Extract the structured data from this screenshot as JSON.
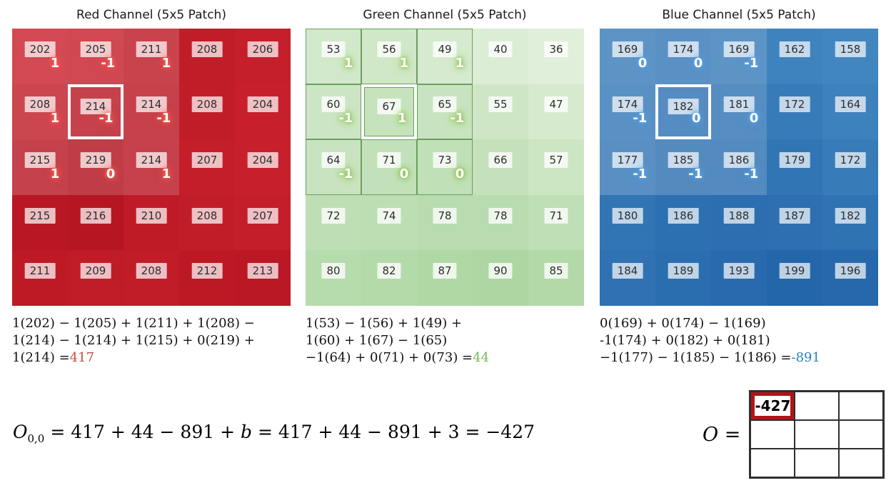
{
  "channels": [
    {
      "id": "red",
      "title": "Red Channel (5x5 Patch)",
      "values": [
        [
          202,
          205,
          211,
          208,
          206
        ],
        [
          208,
          214,
          214,
          208,
          204
        ],
        [
          215,
          219,
          214,
          207,
          204
        ],
        [
          215,
          216,
          210,
          208,
          207
        ],
        [
          211,
          209,
          208,
          212,
          213
        ]
      ],
      "kernel": [
        [
          "1",
          "-1",
          "1"
        ],
        [
          "1",
          "-1",
          "-1"
        ],
        [
          "1",
          "0",
          "1"
        ]
      ],
      "value_range": [
        200,
        220
      ],
      "color_low": "#cc2430",
      "color_high": "#b1121e",
      "overlay_alpha": 0.18,
      "kernel_border": "",
      "glow": "#ff5a4d",
      "label_alpha": 0.72,
      "formula_lines": [
        "1(202) − 1(205) + 1(211) + 1(208) −",
        "1(214) − 1(214) + 1(215) + 0(219) +",
        "1(214) ="
      ],
      "result": "417",
      "result_color": "#c84a42"
    },
    {
      "id": "green",
      "title": "Green Channel (5x5 Patch)",
      "values": [
        [
          53,
          56,
          49,
          40,
          36
        ],
        [
          60,
          67,
          65,
          55,
          47
        ],
        [
          64,
          71,
          73,
          66,
          57
        ],
        [
          72,
          74,
          78,
          78,
          71
        ],
        [
          80,
          82,
          87,
          90,
          85
        ]
      ],
      "kernel": [
        [
          "1",
          "1",
          "1"
        ],
        [
          "-1",
          "1",
          "-1"
        ],
        [
          "-1",
          "0",
          "0"
        ]
      ],
      "value_range": [
        30,
        95
      ],
      "color_low": "#e6f2e0",
      "color_high": "#a8d49d",
      "overlay_alpha": 0.05,
      "kernel_border": "#6b9e60",
      "glow": "#8bc34a",
      "label_alpha": 0.78,
      "formula_lines": [
        "1(53) − 1(56) + 1(49) +",
        "1(60) + 1(67) − 1(65)",
        "−1(64) + 0(71) + 0(73) ="
      ],
      "result": "44",
      "result_color": "#7cb356"
    },
    {
      "id": "blue",
      "title": "Blue Channel (5x5 Patch)",
      "values": [
        [
          169,
          174,
          169,
          162,
          158
        ],
        [
          174,
          182,
          181,
          172,
          164
        ],
        [
          177,
          185,
          186,
          179,
          172
        ],
        [
          180,
          186,
          188,
          187,
          182
        ],
        [
          184,
          189,
          193,
          199,
          196
        ]
      ],
      "kernel": [
        [
          "0",
          "0",
          "-1"
        ],
        [
          "-1",
          "0",
          "0"
        ],
        [
          "-1",
          "-1",
          "-1"
        ]
      ],
      "value_range": [
        155,
        200
      ],
      "color_low": "#4488c2",
      "color_high": "#2365a9",
      "overlay_alpha": 0.18,
      "kernel_border": "",
      "glow": "#5aa2e8",
      "label_alpha": 0.7,
      "formula_lines": [
        "0(169) + 0(174) − 1(169)",
        "-1(174) + 0(182) + 0(181)",
        "−1(177) − 1(185) − 1(186) ="
      ],
      "result": "-891",
      "result_color": "#2980c0"
    }
  ],
  "output": {
    "equation": {
      "symbol": "O",
      "subscript": "0,0",
      "mid": "= 417 + 44 − 891 +",
      "bias_var": "b",
      "end": "= 417 + 44 − 891 + 3 = −427"
    },
    "matrix_symbol": "O",
    "matrix_equals": "=",
    "matrix": [
      [
        "-427",
        "",
        ""
      ],
      [
        "",
        "",
        ""
      ],
      [
        "",
        "",
        ""
      ]
    ],
    "matrix_highlight_color": "#b21318"
  },
  "chart_data": [
    {
      "type": "heatmap",
      "title": "Red Channel (5x5 Patch)",
      "values": [
        [
          202,
          205,
          211,
          208,
          206
        ],
        [
          208,
          214,
          214,
          208,
          204
        ],
        [
          215,
          219,
          214,
          207,
          204
        ],
        [
          215,
          216,
          210,
          208,
          207
        ],
        [
          211,
          209,
          208,
          212,
          213
        ]
      ],
      "kernel_overlay_3x3": [
        [
          1,
          -1,
          1
        ],
        [
          1,
          -1,
          -1
        ],
        [
          1,
          0,
          1
        ]
      ],
      "highlight_center": [
        1,
        1
      ],
      "weighted_sum": 417
    },
    {
      "type": "heatmap",
      "title": "Green Channel (5x5 Patch)",
      "values": [
        [
          53,
          56,
          49,
          40,
          36
        ],
        [
          60,
          67,
          65,
          55,
          47
        ],
        [
          64,
          71,
          73,
          66,
          57
        ],
        [
          72,
          74,
          78,
          78,
          71
        ],
        [
          80,
          82,
          87,
          90,
          85
        ]
      ],
      "kernel_overlay_3x3": [
        [
          1,
          1,
          1
        ],
        [
          -1,
          1,
          -1
        ],
        [
          -1,
          0,
          0
        ]
      ],
      "highlight_center": [
        1,
        1
      ],
      "weighted_sum": 44
    },
    {
      "type": "heatmap",
      "title": "Blue Channel (5x5 Patch)",
      "values": [
        [
          169,
          174,
          169,
          162,
          158
        ],
        [
          174,
          182,
          181,
          172,
          164
        ],
        [
          177,
          185,
          186,
          179,
          172
        ],
        [
          180,
          186,
          188,
          187,
          182
        ],
        [
          184,
          189,
          193,
          199,
          196
        ]
      ],
      "kernel_overlay_3x3": [
        [
          0,
          0,
          -1
        ],
        [
          -1,
          0,
          0
        ],
        [
          -1,
          -1,
          -1
        ]
      ],
      "highlight_center": [
        1,
        1
      ],
      "weighted_sum": -891
    },
    {
      "type": "table",
      "title": "Output matrix O",
      "values": [
        [
          -427,
          null,
          null
        ],
        [
          null,
          null,
          null
        ],
        [
          null,
          null,
          null
        ]
      ],
      "bias": 3,
      "output_0_0": -427
    }
  ]
}
